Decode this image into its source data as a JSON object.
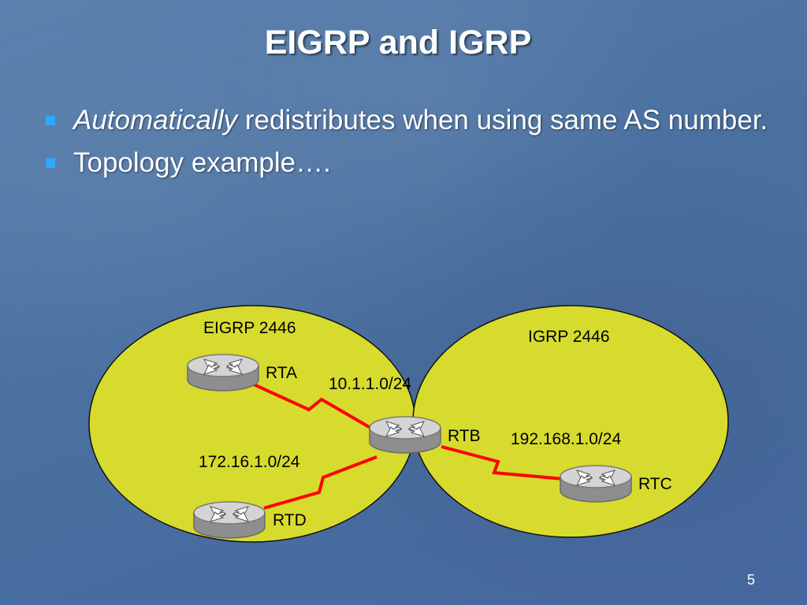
{
  "slide": {
    "title": "EIGRP and IGRP",
    "bullets": [
      {
        "emphasis": "Automatically",
        "text": " redistributes when using same AS number."
      },
      {
        "emphasis": "",
        "text": "Topology example…."
      }
    ],
    "page_number": "5"
  },
  "diagram": {
    "domains": [
      {
        "label": "EIGRP 2446",
        "color": "#d6db2e"
      },
      {
        "label": "IGRP 2446",
        "color": "#d6db2e"
      }
    ],
    "routers": [
      "RTA",
      "RTB",
      "RTC",
      "RTD"
    ],
    "networks": [
      "10.1.1.0/24",
      "192.168.1.0/24",
      "172.16.1.0/24"
    ],
    "link_color": "#ff0000",
    "router_color": "#c4c4c4"
  }
}
